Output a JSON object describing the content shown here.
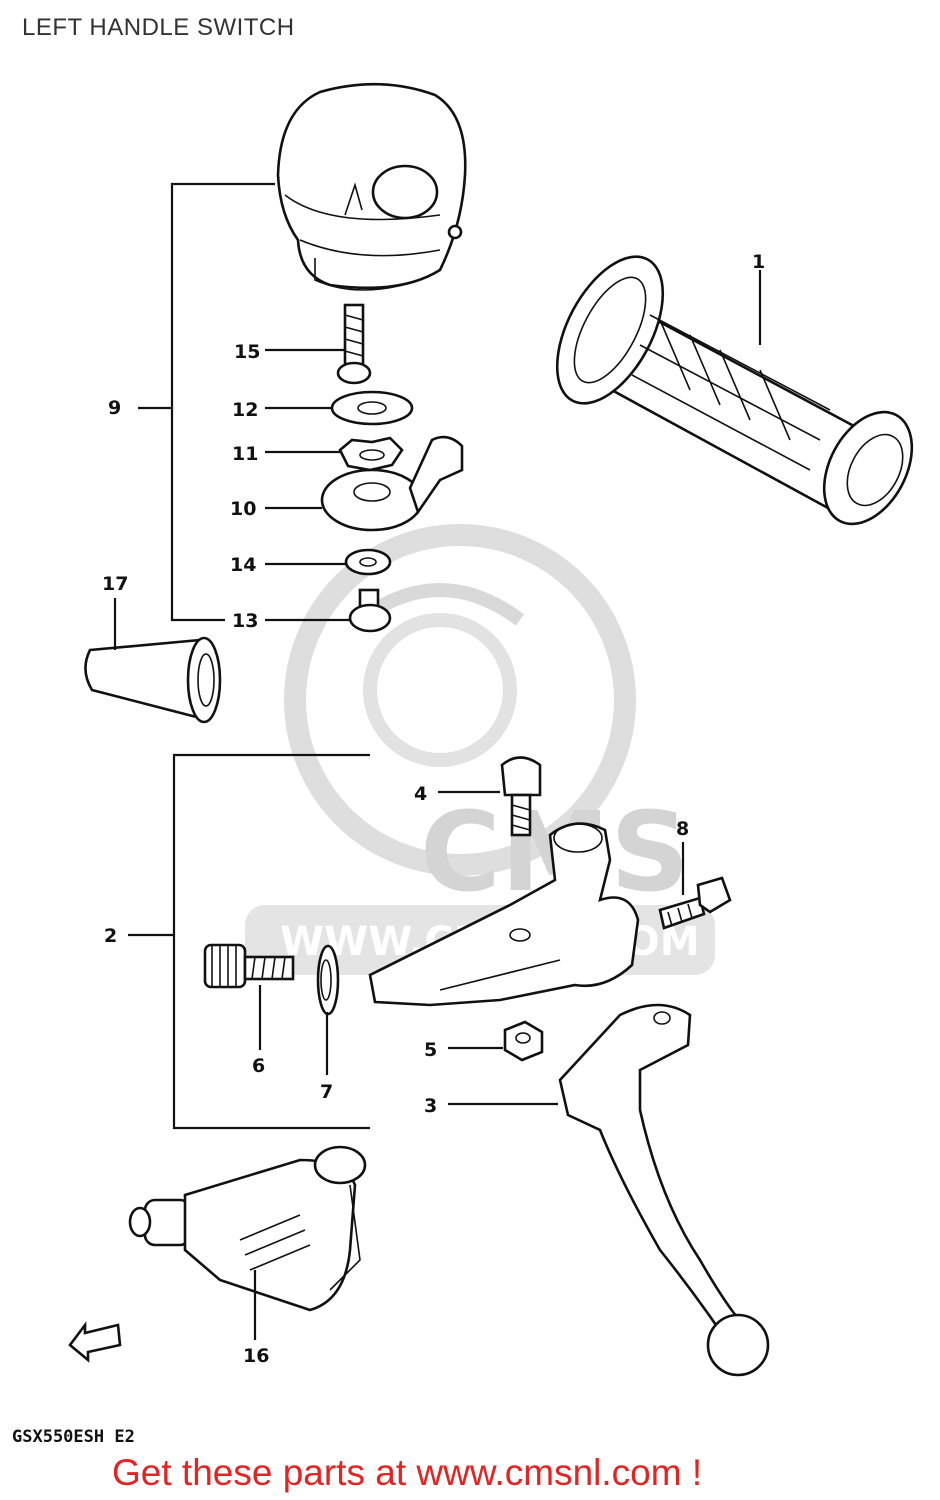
{
  "title": "LEFT HANDLE SWITCH",
  "footer": "Get these parts at www.cmsnl.com !",
  "model_code": "GSX550ESH E2",
  "watermark": {
    "brand": "CMS",
    "url": "WWW.CMSNL.COM"
  },
  "callouts": [
    {
      "id": "c1",
      "label": "1"
    },
    {
      "id": "c2",
      "label": "2"
    },
    {
      "id": "c3",
      "label": "3"
    },
    {
      "id": "c4",
      "label": "4"
    },
    {
      "id": "c5",
      "label": "5"
    },
    {
      "id": "c6",
      "label": "6"
    },
    {
      "id": "c7",
      "label": "7"
    },
    {
      "id": "c8",
      "label": "8"
    },
    {
      "id": "c9",
      "label": "9"
    },
    {
      "id": "c10",
      "label": "10"
    },
    {
      "id": "c11",
      "label": "11"
    },
    {
      "id": "c12",
      "label": "12"
    },
    {
      "id": "c13",
      "label": "13"
    },
    {
      "id": "c14",
      "label": "14"
    },
    {
      "id": "c15",
      "label": "15"
    },
    {
      "id": "c16",
      "label": "16"
    },
    {
      "id": "c17",
      "label": "17"
    }
  ],
  "colors": {
    "footer": "#e52323",
    "line": "#111111",
    "watermark": "#d9d9d9"
  }
}
